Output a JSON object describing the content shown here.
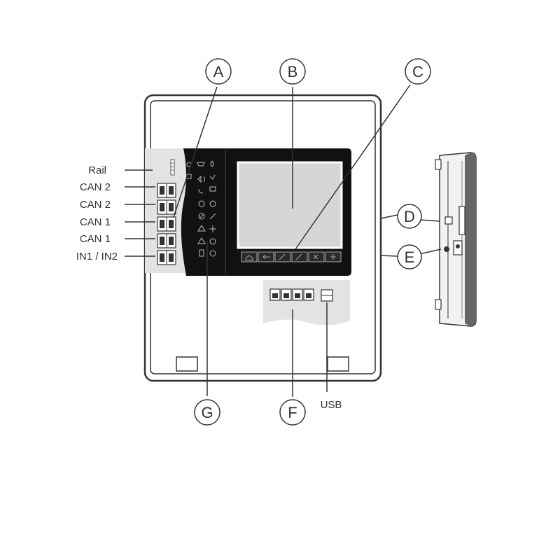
{
  "callouts": {
    "A": "A",
    "B": "B",
    "C": "C",
    "D": "D",
    "E": "E",
    "F": "F",
    "G": "G"
  },
  "connector_labels": [
    "Rail",
    "CAN 2",
    "CAN 2",
    "CAN 1",
    "CAN 1",
    "IN1 / IN2"
  ],
  "usb_label": "USB"
}
